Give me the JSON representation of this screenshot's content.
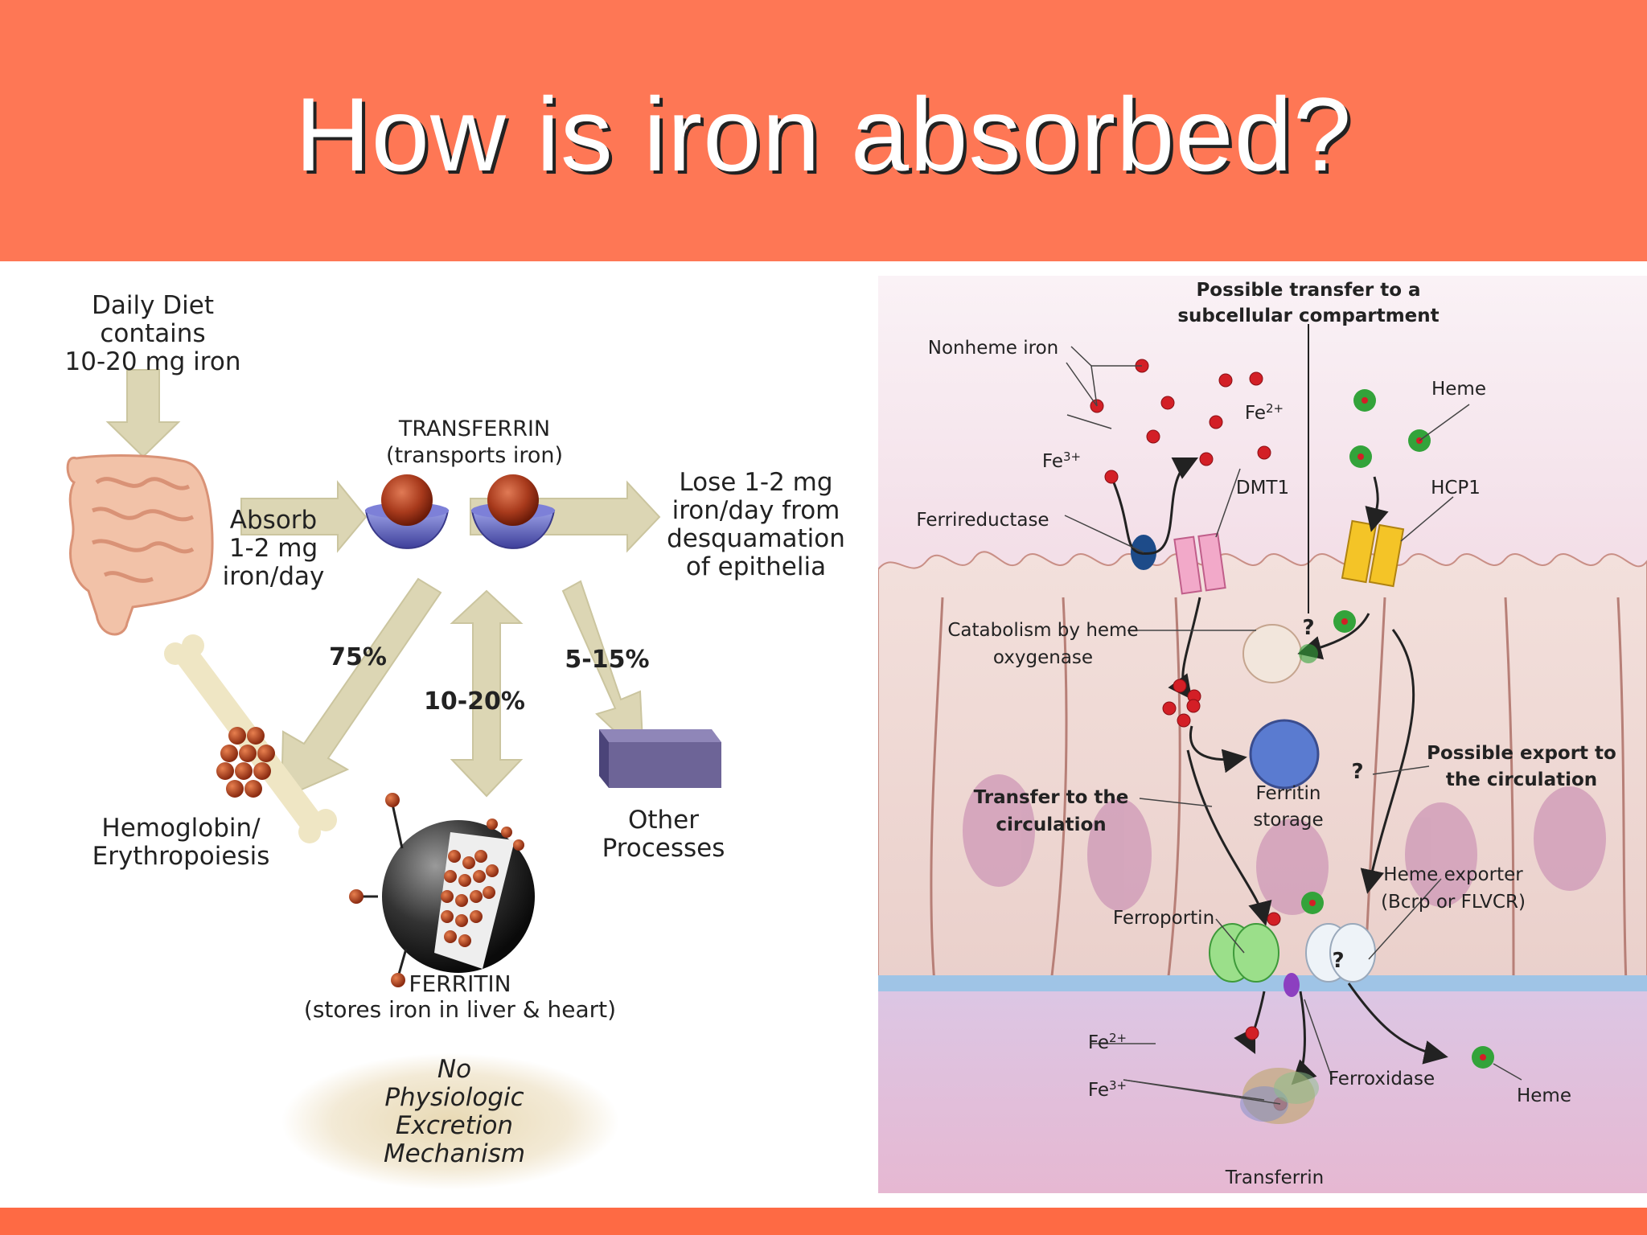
{
  "slide": {
    "title": "How is iron absorbed?",
    "header_color": "#fe7755",
    "footer_color": "#fe6a44"
  },
  "left_diagram": {
    "daily_diet": [
      "Daily Diet",
      "contains",
      "10-20 mg iron"
    ],
    "transferrin": [
      "TRANSFERRIN",
      "(transports iron)"
    ],
    "absorb": [
      "Absorb",
      "1-2 mg",
      "iron/day"
    ],
    "lose": [
      "Lose 1-2 mg",
      "iron/day from",
      "desquamation",
      "of epithelia"
    ],
    "pct_hemoglobin": "75%",
    "pct_ferritin": "10-20%",
    "pct_other": "5-15%",
    "hemoglobin": [
      "Hemoglobin/",
      "Erythropoiesis"
    ],
    "other": [
      "Other",
      "Processes"
    ],
    "ferritin": [
      "FERRITIN",
      "(stores iron in liver & heart)"
    ],
    "no_excretion": [
      "No",
      "Physiologic",
      "Excretion",
      "Mechanism"
    ]
  },
  "right_diagram": {
    "possible_transfer": [
      "Possible transfer to a",
      "subcellular compartment"
    ],
    "nonheme": "Nonheme iron",
    "heme_top": "Heme",
    "fe3_top": "Fe",
    "fe3_top_sup": "3+",
    "fe2_top": "Fe",
    "fe2_top_sup": "2+",
    "dmt1": "DMT1",
    "hcp1": "HCP1",
    "ferrireductase": "Ferrireductase",
    "catabolism": [
      "Catabolism by heme",
      "oxygenase"
    ],
    "question": "?",
    "ferritin_storage": [
      "Ferritin",
      "storage"
    ],
    "possible_export": [
      "Possible export to",
      "the circulation"
    ],
    "transfer_circ": [
      "Transfer to the",
      "circulation"
    ],
    "heme_exporter": [
      "Heme exporter",
      "(Bcrp or FLVCR)"
    ],
    "ferroportin": "Ferroportin",
    "fe2_bottom": "Fe",
    "fe2_bottom_sup": "2+",
    "fe3_bottom": "Fe",
    "fe3_bottom_sup": "3+",
    "ferroxidase": "Ferroxidase",
    "heme_bottom": "Heme",
    "transferrin": "Transferrin"
  }
}
